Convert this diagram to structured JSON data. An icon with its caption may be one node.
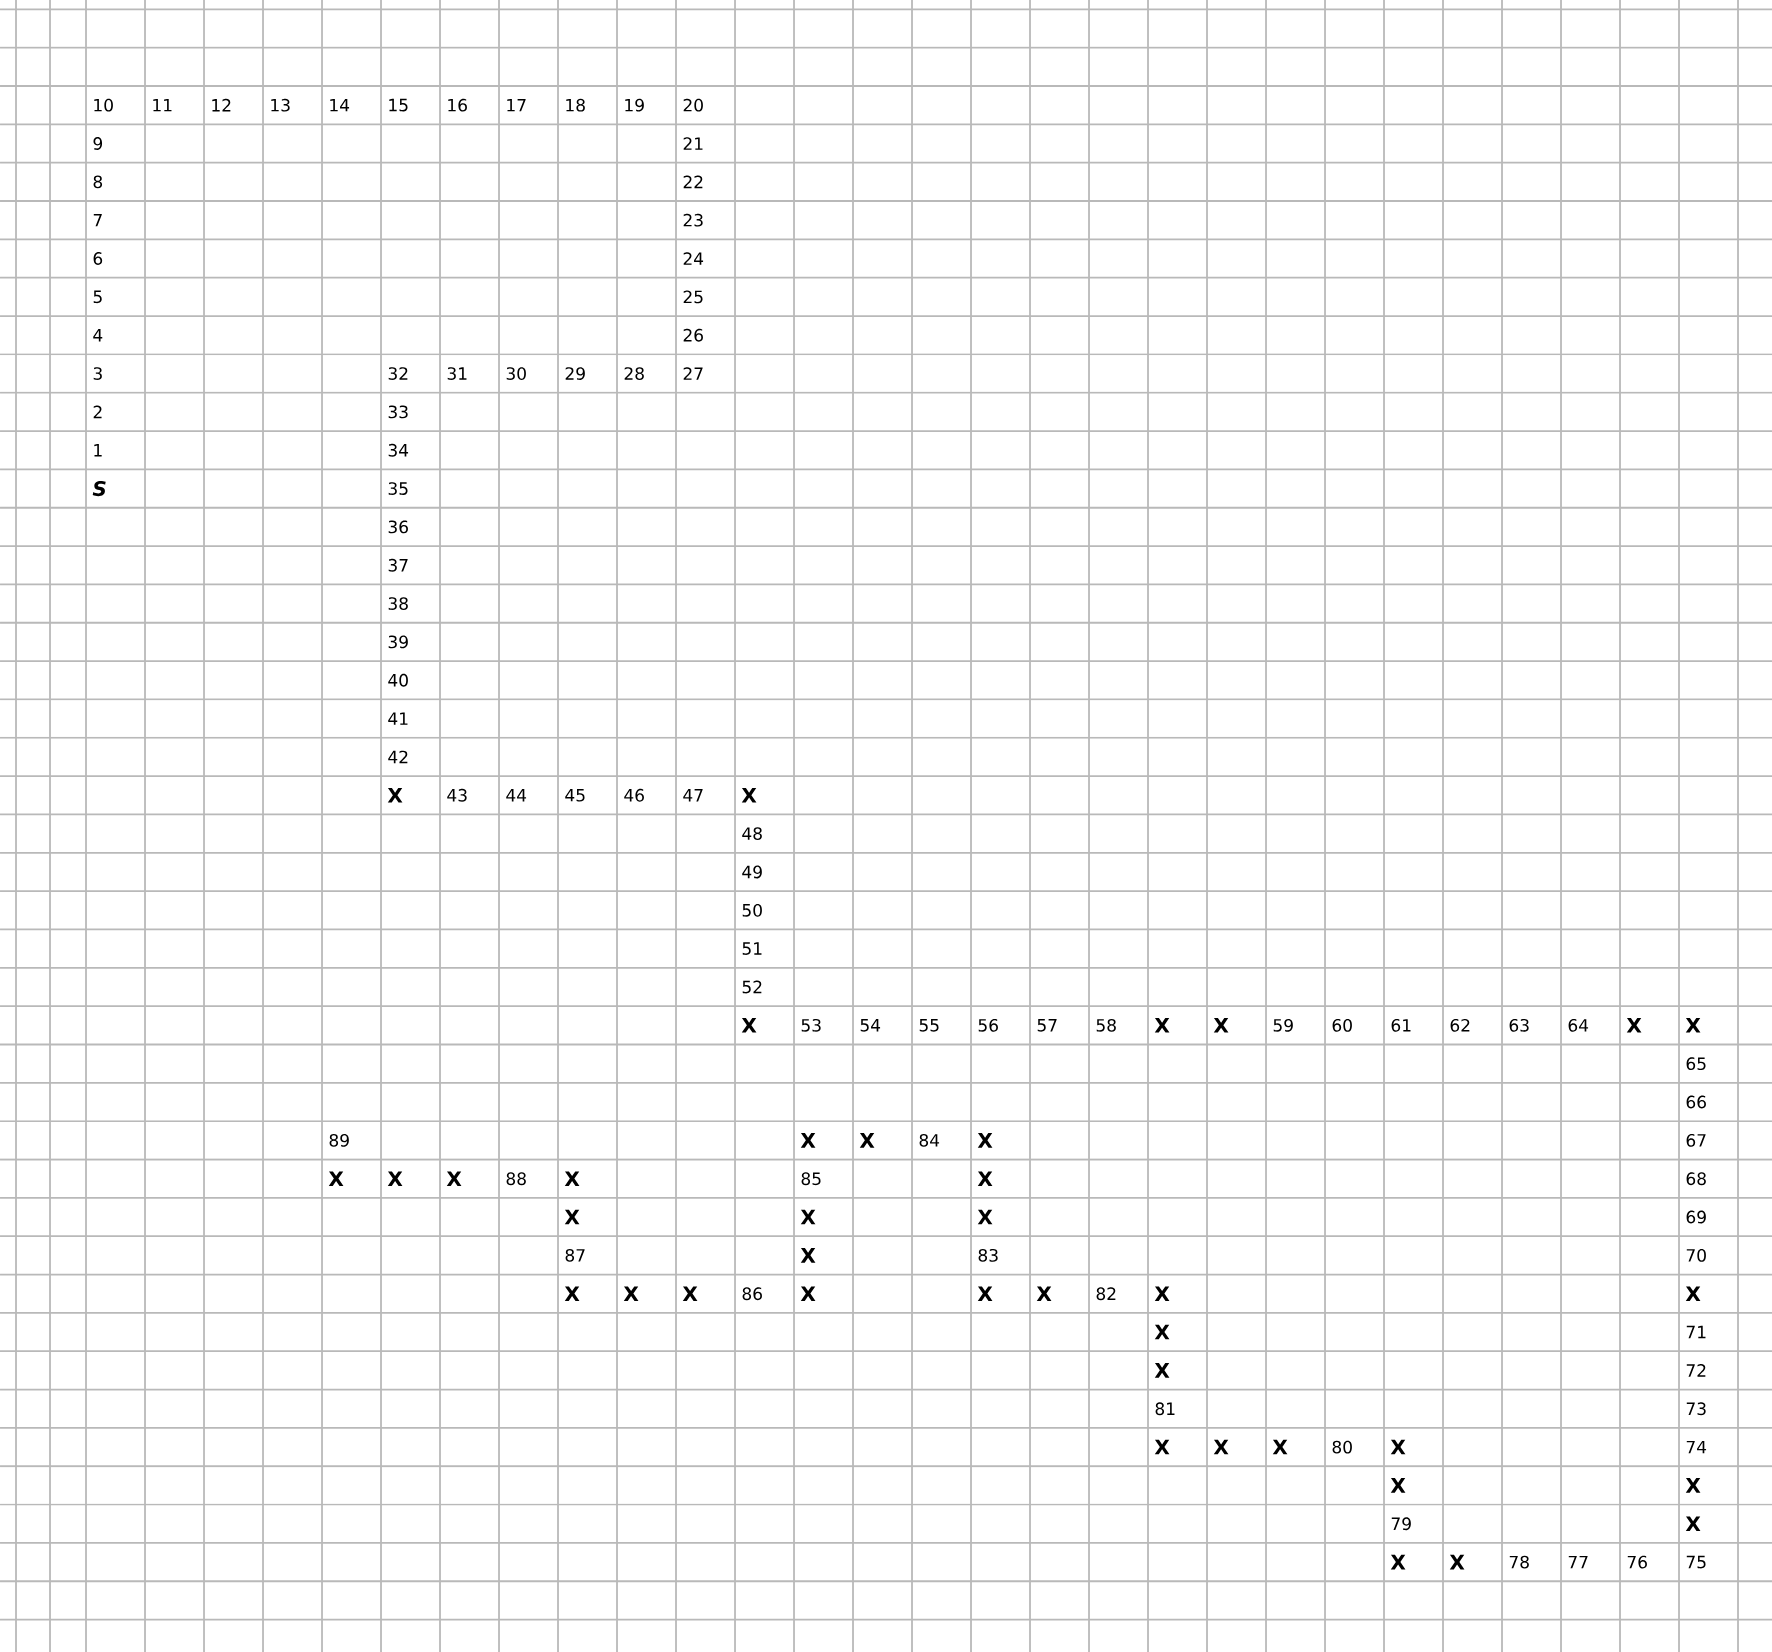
{
  "diagram": {
    "labels": [
      "10",
      "11",
      "12",
      "13",
      "14",
      "15",
      "16",
      "17",
      "18",
      "19",
      "20",
      "9",
      "21",
      "8",
      "22",
      "7",
      "23",
      "6",
      "24",
      "5",
      "25",
      "4",
      "26",
      "3",
      "32",
      "31",
      "30",
      "29",
      "28",
      "27",
      "2",
      "33",
      "1",
      "34",
      "S",
      "35",
      "36",
      "37",
      "38",
      "39",
      "40",
      "41",
      "42",
      "X",
      "43",
      "44",
      "45",
      "46",
      "47",
      "X",
      "48",
      "49",
      "50",
      "51",
      "52",
      "X",
      "53",
      "54",
      "55",
      "56",
      "57",
      "58",
      "X",
      "X",
      "59",
      "60",
      "61",
      "62",
      "63",
      "64",
      "X",
      "X",
      "65",
      "66",
      "89",
      "X",
      "X",
      "84",
      "X",
      "67",
      "X",
      "X",
      "X",
      "88",
      "X",
      "85",
      "X",
      "68",
      "X",
      "X",
      "X",
      "69",
      "87",
      "X",
      "83",
      "70",
      "X",
      "X",
      "X",
      "86",
      "X",
      "X",
      "X",
      "82",
      "X",
      "X",
      "X",
      "71",
      "X",
      "72",
      "81",
      "73",
      "X",
      "X",
      "X",
      "80",
      "X",
      "74",
      "X",
      "X",
      "79",
      "X",
      "X",
      "X",
      "78",
      "77",
      "76",
      "75"
    ]
  }
}
